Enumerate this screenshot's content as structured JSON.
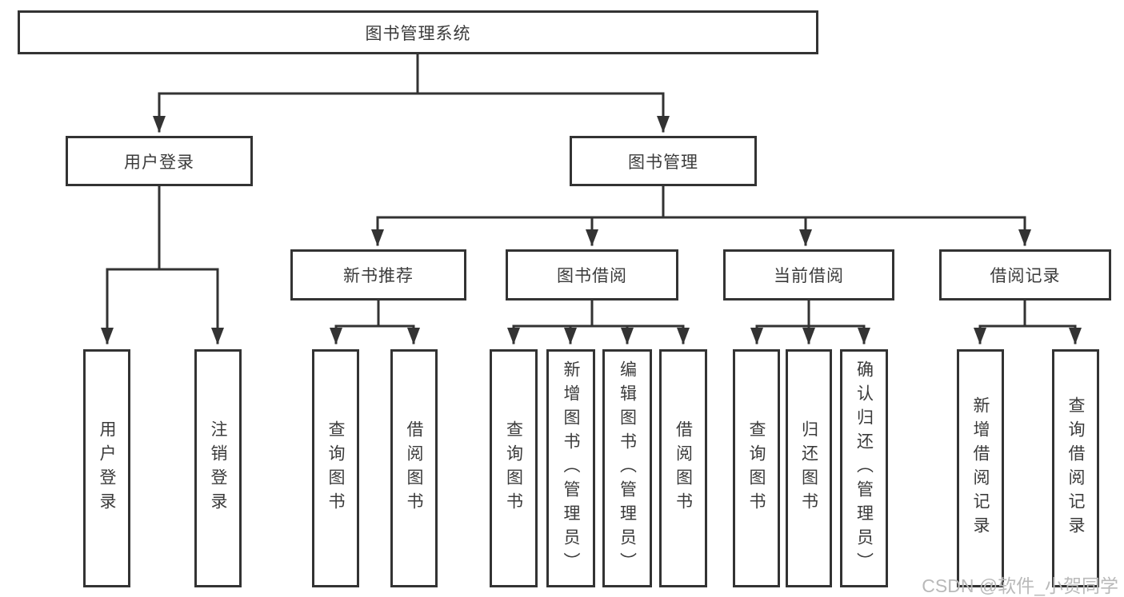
{
  "tree": {
    "label": "图书管理系统",
    "children": [
      {
        "label": "用户登录",
        "children": [
          {
            "label": "用户登录"
          },
          {
            "label": "注销登录"
          }
        ]
      },
      {
        "label": "图书管理",
        "children": [
          {
            "label": "新书推荐",
            "children": [
              {
                "label": "查询图书"
              },
              {
                "label": "借阅图书"
              }
            ]
          },
          {
            "label": "图书借阅",
            "children": [
              {
                "label": "查询图书"
              },
              {
                "label": "新增图书（管理员）"
              },
              {
                "label": "编辑图书（管理员）"
              },
              {
                "label": "借阅图书"
              }
            ]
          },
          {
            "label": "当前借阅",
            "children": [
              {
                "label": "查询图书"
              },
              {
                "label": "归还图书"
              },
              {
                "label": "确认归还（管理员）"
              }
            ]
          },
          {
            "label": "借阅记录",
            "children": [
              {
                "label": "新增借阅记录"
              },
              {
                "label": "查询借阅记录"
              }
            ]
          }
        ]
      }
    ]
  },
  "watermark": {
    "text": "CSDN @软件_小贺同学"
  },
  "colors": {
    "line": "#333333",
    "box_border": "#333333",
    "text": "#3b3b3b",
    "watermark": "#b9b9b9",
    "background": "#ffffff"
  }
}
